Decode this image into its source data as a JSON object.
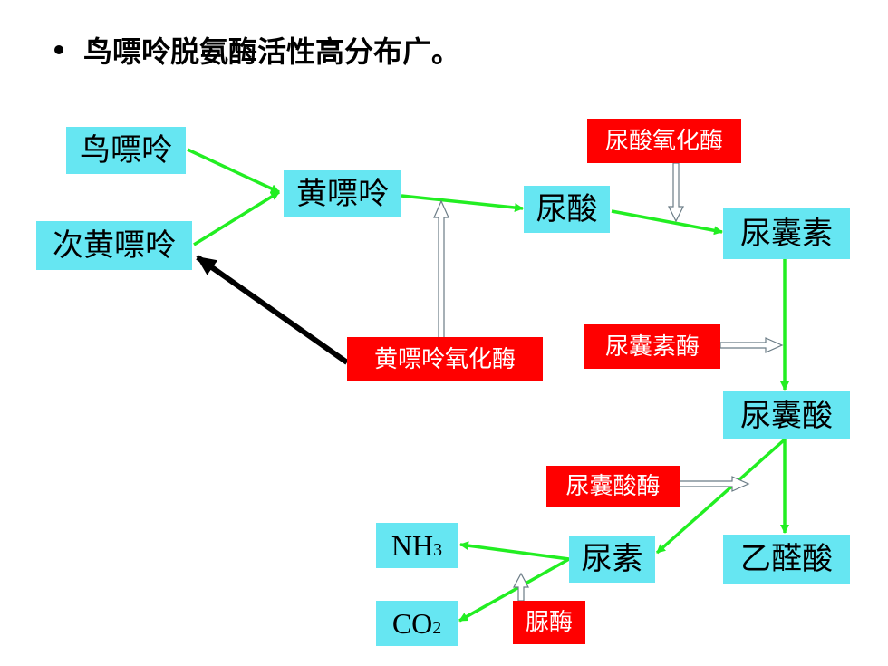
{
  "bullet": "鸟嘌呤脱氨酶活性高分布广。",
  "nodes": {
    "guanine": "鸟嘌呤",
    "hypoxanthine": "次黄嘌呤",
    "xanthine": "黄嘌呤",
    "uric_acid": "尿酸",
    "allantoin": "尿囊素",
    "allantoic_acid": "尿囊酸",
    "glyoxylic_acid": "乙醛酸",
    "urea": "尿素",
    "nh3": "NH3",
    "co2": "CO2"
  },
  "enzymes": {
    "urate_oxidase": "尿酸氧化酶",
    "xanthine_oxidase": "黄嘌呤氧化酶",
    "allantoinase": "尿囊素酶",
    "allantoicase": "尿囊酸酶",
    "urease": "脲酶"
  },
  "colors": {
    "node_bg": "#66e6f2",
    "enzyme_bg": "#ff0000",
    "reaction_arrow": "#22ee22",
    "inhibition_arrow": "#000000"
  }
}
